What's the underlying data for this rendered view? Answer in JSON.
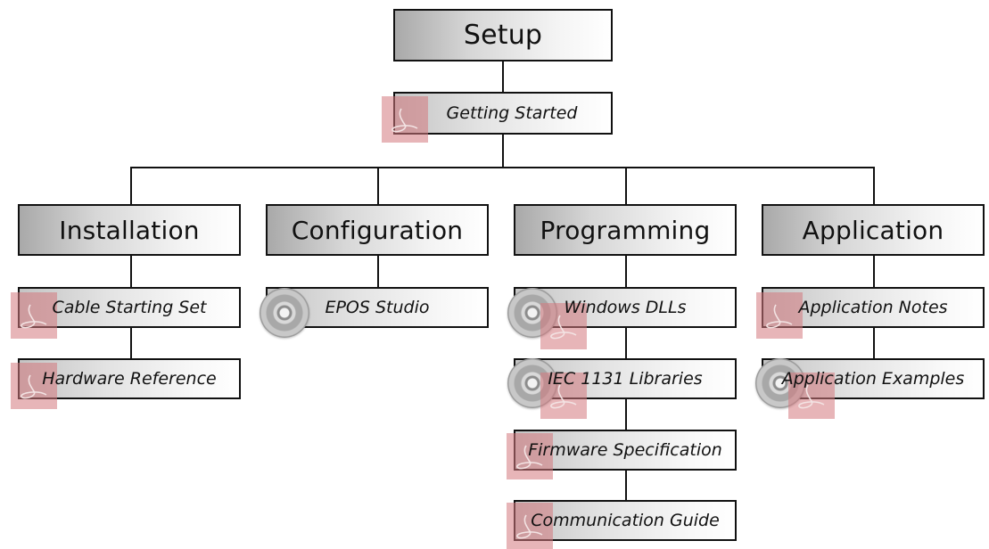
{
  "root": {
    "label": "Setup"
  },
  "intro": {
    "label": "Getting Started",
    "icon": "pdf-icon"
  },
  "columns": [
    {
      "label": "Installation",
      "items": [
        {
          "label": "Cable Starting Set",
          "icons": [
            "pdf-icon"
          ]
        },
        {
          "label": "Hardware Reference",
          "icons": [
            "pdf-icon"
          ]
        }
      ]
    },
    {
      "label": "Configuration",
      "items": [
        {
          "label": "EPOS Studio",
          "icons": [
            "cd-icon"
          ]
        }
      ]
    },
    {
      "label": "Programming",
      "items": [
        {
          "label": "Windows DLLs",
          "icons": [
            "cd-icon",
            "pdf-icon"
          ]
        },
        {
          "label": "IEC 1131 Libraries",
          "icons": [
            "cd-icon",
            "pdf-icon"
          ]
        },
        {
          "label": "Firmware Specification",
          "icons": [
            "pdf-icon"
          ]
        },
        {
          "label": "Communication Guide",
          "icons": [
            "pdf-icon"
          ]
        }
      ]
    },
    {
      "label": "Application",
      "items": [
        {
          "label": "Application Notes",
          "icons": [
            "pdf-icon"
          ]
        },
        {
          "label": "Application Examples",
          "icons": [
            "cd-icon",
            "pdf-icon"
          ]
        }
      ]
    }
  ],
  "colors": {
    "line": "#111111",
    "pdf_tint": "#d4787d",
    "box_border": "#111111"
  }
}
